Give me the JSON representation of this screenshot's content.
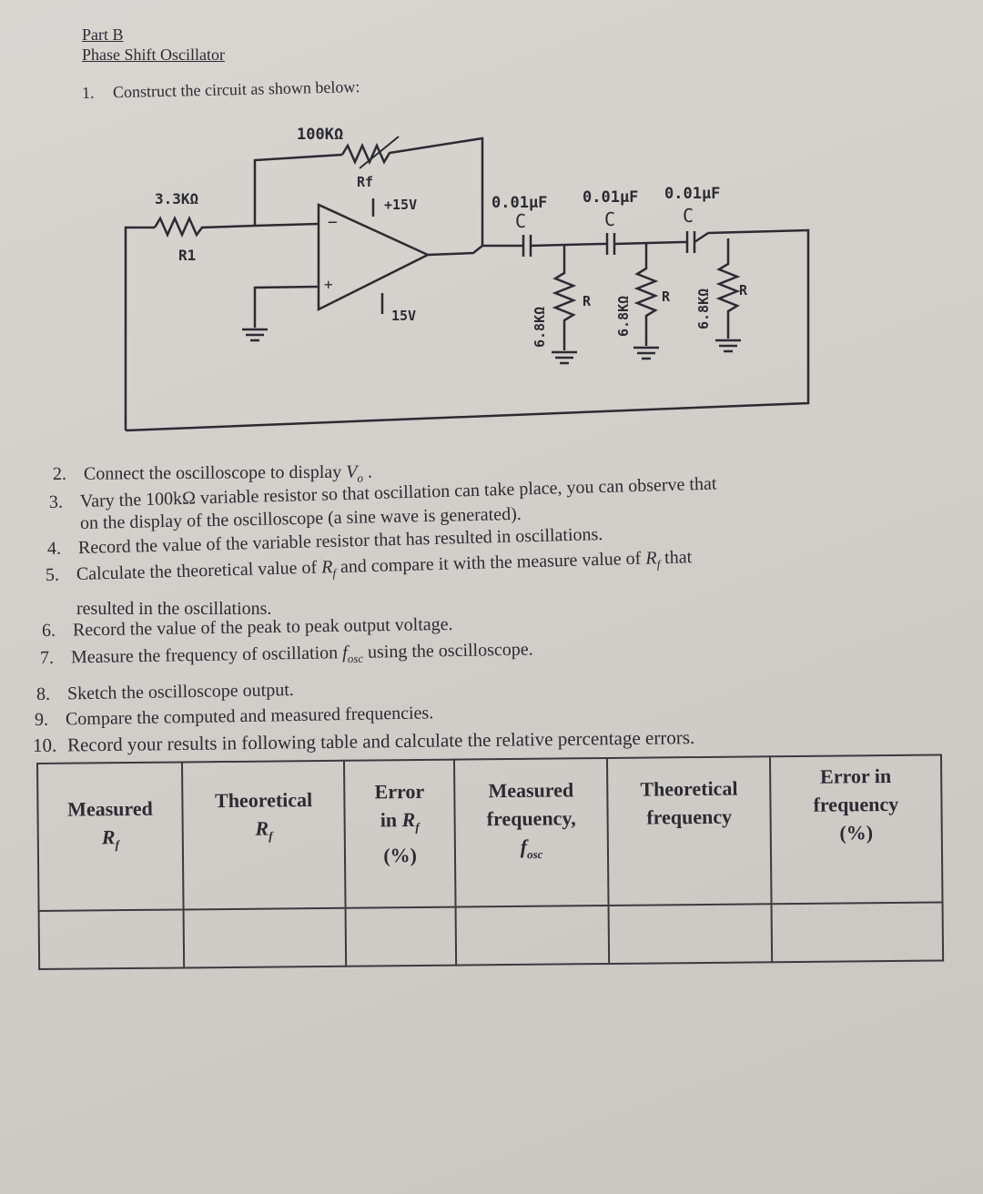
{
  "header": {
    "part": "Part B",
    "title": "Phase Shift Oscillator"
  },
  "step1": {
    "num": "1.",
    "text": "Construct the circuit as shown below:"
  },
  "circuit": {
    "feedback_res": "100KΩ",
    "rf_label": "Rf",
    "input_res": "3.3KΩ",
    "r1_label": "R1",
    "vpos": "+15V",
    "vneg": "15V",
    "minus_sign": "−",
    "plus_sign": "+",
    "caps": [
      {
        "value": "0.01μF",
        "label": "C"
      },
      {
        "value": "0.01μF",
        "label": "C"
      },
      {
        "value": "0.01μF",
        "label": "C"
      }
    ],
    "rungs": [
      {
        "value": "6.8KΩ",
        "label": "R"
      },
      {
        "value": "6.8KΩ",
        "label": "R"
      },
      {
        "value": "6.8KΩ",
        "label": "R"
      }
    ]
  },
  "steps": [
    {
      "num": "2.",
      "text": "Connect the oscilloscope to display ",
      "var": "V",
      "sub": "o",
      "after": " ."
    },
    {
      "num": "3.",
      "text": "Vary the 100kΩ variable resistor so that oscillation can take place, you can observe that"
    },
    {
      "cont": "on the display of the oscilloscope (a sine wave is generated)."
    },
    {
      "num": "4.",
      "text": "Record the value of the variable resistor that has resulted in oscillations."
    },
    {
      "num": "5.",
      "text": "Calculate the theoretical value of ",
      "var": "R",
      "sub": "f",
      "after": " and compare it with the measure value of ",
      "var2": "R",
      "sub2": "f",
      "after2": " that"
    },
    {
      "cont": "resulted in the oscillations."
    },
    {
      "num": "6.",
      "text": "Record the value of the peak to peak output voltage."
    },
    {
      "num": "7.",
      "text": "Measure the frequency of oscillation ",
      "var": "f",
      "sub": "osc",
      "after": " using the oscilloscope."
    },
    {
      "num": "8.",
      "text": "Sketch the oscilloscope output."
    },
    {
      "num": "9.",
      "text": "Compare the computed and measured frequencies."
    },
    {
      "num": "10.",
      "text": "Record your results in following table and calculate the relative percentage errors."
    }
  ],
  "table": {
    "headers": [
      {
        "line1": "Measured",
        "line2": "",
        "var": "R",
        "sub": "f"
      },
      {
        "line1": "Theoretical",
        "line2": "",
        "var": "R",
        "sub": "f"
      },
      {
        "line1": "Error",
        "line2": "in",
        "var": "R",
        "sub": "f",
        "line3": "(%)"
      },
      {
        "line1": "Measured",
        "line2": "frequency,",
        "var": "f",
        "sub": "osc"
      },
      {
        "line1": "Theoretical",
        "line2": "frequency"
      },
      {
        "line1": "Error in",
        "line2": "frequency",
        "line3": "(%)"
      }
    ]
  }
}
